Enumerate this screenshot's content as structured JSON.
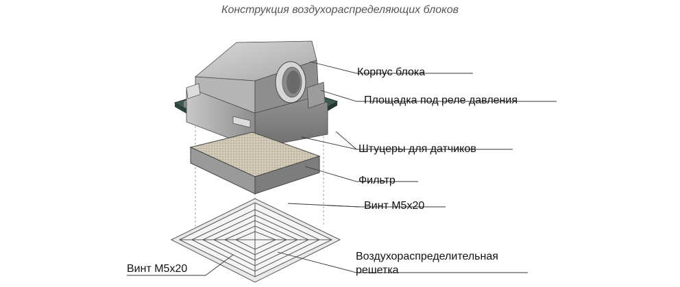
{
  "title": "Конструкция воздухораспределяющих блоков",
  "labels": {
    "housing": "Корпус блока",
    "relay_pad": "Площадка под реле давления",
    "fittings": "Штуцеры для датчиков",
    "filter": "Фильтр",
    "screw_top": "Винт М5х20",
    "screw_bottom": "Винт М5х20",
    "grille_line1": "Воздухораспределительная",
    "grille_line2": "решетка"
  }
}
